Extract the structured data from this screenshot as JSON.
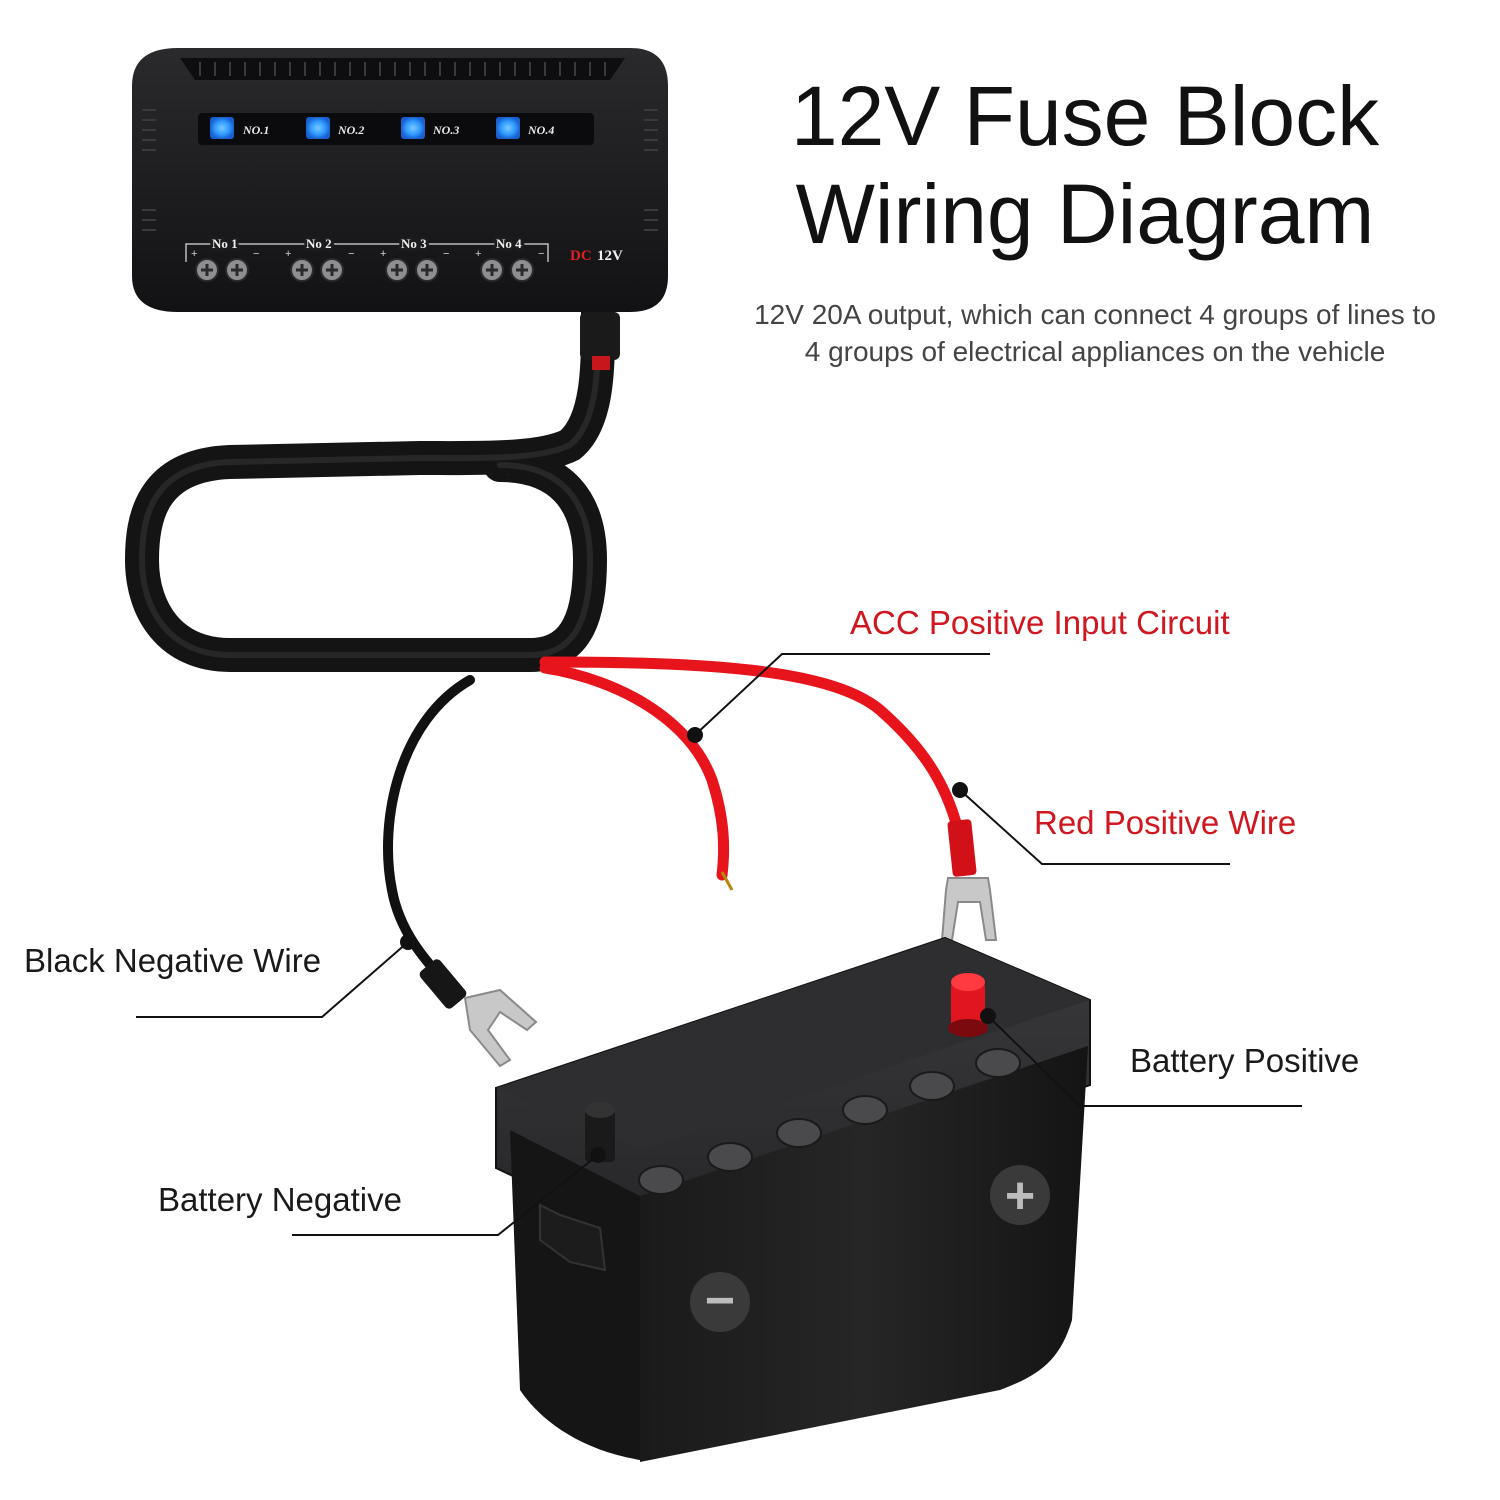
{
  "title": {
    "line1": "12V Fuse Block",
    "line2": "Wiring Diagram"
  },
  "subtitle": {
    "line1": "12V 20A output, which can connect 4 groups of lines to",
    "line2": "4 groups of electrical appliances on the vehicle"
  },
  "fuse_block": {
    "indicators": [
      "NO.1",
      "NO.2",
      "NO.3",
      "NO.4"
    ],
    "terminals": [
      "No 1",
      "No 2",
      "No 3",
      "No 4"
    ],
    "plus_sign": "+",
    "minus_sign": "−",
    "dc_label": "DC",
    "voltage_label": "12V",
    "body_color": "#1c1c1e",
    "led_color": "#2e9bff"
  },
  "callouts": {
    "acc": "ACC Positive Input Circuit",
    "red_wire": "Red Positive Wire",
    "black_wire": "Black Negative Wire",
    "battery_positive": "Battery Positive",
    "battery_negative": "Battery Negative"
  },
  "battery": {
    "plus_symbol": "+",
    "minus_symbol": "−",
    "body_color": "#1e1e1e"
  },
  "colors": {
    "red_wire": "#e8141c",
    "black_wire": "#111111",
    "label_red": "#d0161e",
    "text_dark": "#1a1a1a"
  }
}
